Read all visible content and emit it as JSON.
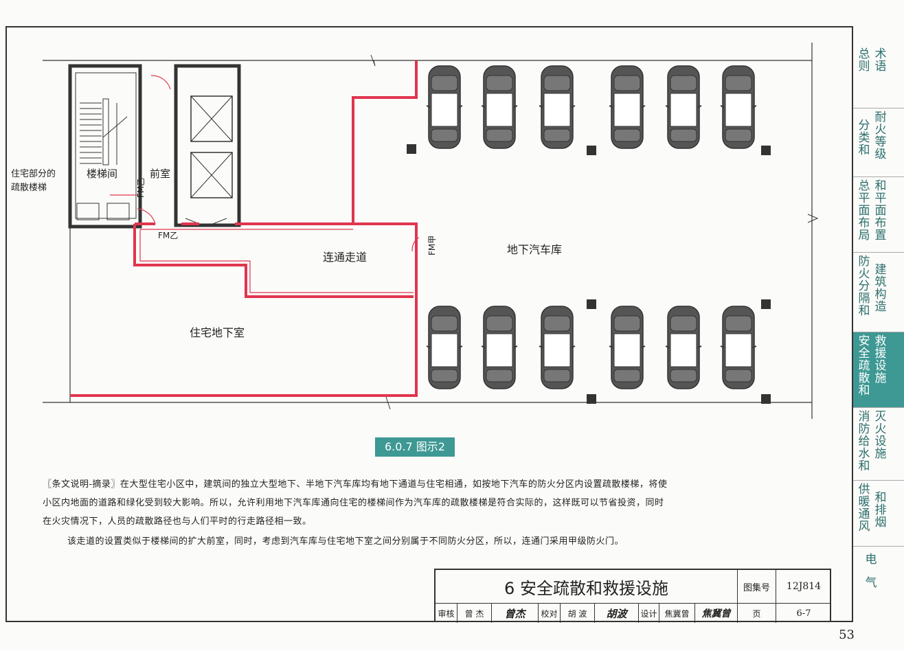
{
  "drawing": {
    "stair_label": "楼梯间",
    "front_room_label": "前室",
    "residential_stair_label": "住宅部分的\n疏散楼梯",
    "door_fm_yi_vertical": "FM乙",
    "door_fm_yi_horizontal": "FM乙",
    "door_fm_jia": "FM甲",
    "corridor_label": "连通走道",
    "garage_label": "地下汽车库",
    "basement_label": "住宅地下室",
    "wall_color": "#e0354e"
  },
  "caption": "6.0.7 图示2",
  "notes": [
    "〖条文说明-摘录〗在大型住宅小区中，建筑间的独立大型地下、半地下汽车库均有地下通道与住宅相通，如按地下汽车的防火分区内设置疏散楼梯，将使",
    "小区内地面的道路和绿化受到较大影响。所以，允许利用地下汽车库通向住宅的楼梯间作为汽车库的疏散楼梯是符合实际的，这样既可以节省投资，同时",
    "在火灾情况下，人员的疏散路径也与人们平时的行走路径相一致。",
    "该走道的设置类似于楼梯间的扩大前室，同时，考虑到汽车库与住宅地下室之间分别属于不同防火分区，所以，连通门采用甲级防火门。"
  ],
  "title_block": {
    "title": "6 安全疏散和救援设施",
    "atlas_label": "图集号",
    "atlas_no": "12J814",
    "review_label": "审核",
    "reviewer": "曾 杰",
    "reviewer_sig": "曾杰",
    "check_label": "校对",
    "checker": "胡 波",
    "checker_sig": "胡波",
    "design_label": "设计",
    "designer": "焦冀曾",
    "designer_sig": "焦冀曾",
    "page_label": "页",
    "page_no": "6-7"
  },
  "sidebar": [
    {
      "c1": "总则",
      "c2": "术语",
      "active": false
    },
    {
      "c1": "分类和",
      "c2": "耐火等级",
      "active": false
    },
    {
      "c1": "总平面布局",
      "c2": "和平面布置",
      "active": false
    },
    {
      "c1": "防火分隔和",
      "c2": "建筑构造",
      "active": false
    },
    {
      "c1": "安全疏散和",
      "c2": "救援设施",
      "active": true
    },
    {
      "c1": "消防给水和",
      "c2": "灭火设施",
      "active": false
    },
    {
      "c1": "供暖通风",
      "c2": "和排烟",
      "active": false
    },
    {
      "c1": "电",
      "c2": "气",
      "active": false
    }
  ],
  "page_number": "53"
}
